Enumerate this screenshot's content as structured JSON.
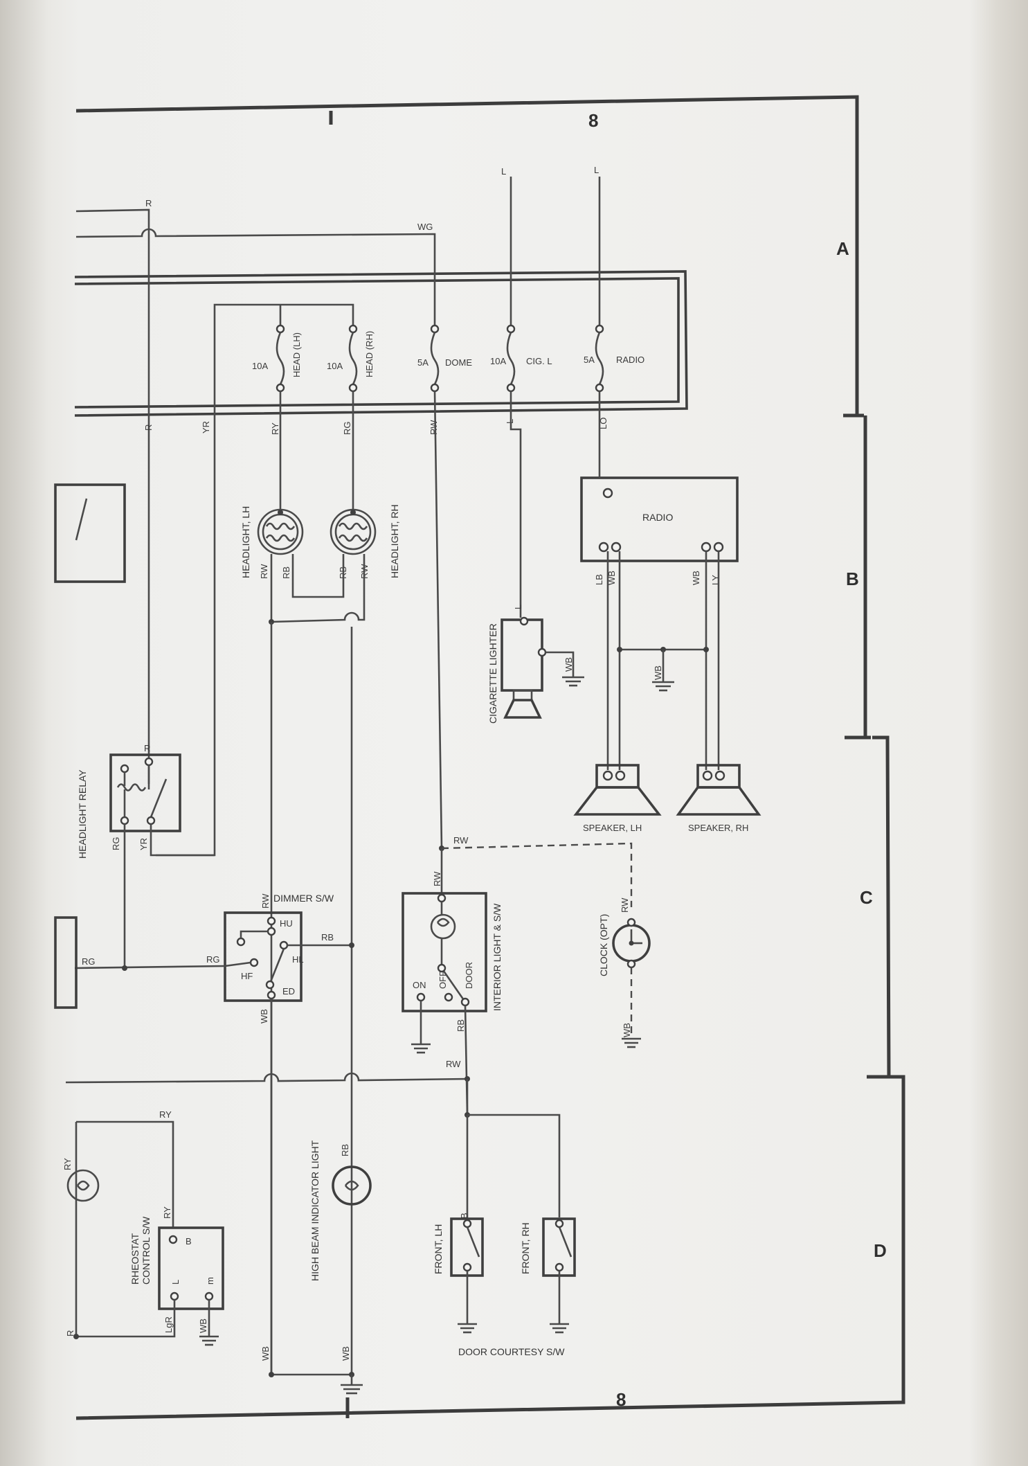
{
  "sheet": {
    "number_top": "8",
    "number_bottom": "8"
  },
  "zones": [
    "A",
    "B",
    "C",
    "D"
  ],
  "fuses": [
    {
      "rating": "10A",
      "name": "HEAD (LH)"
    },
    {
      "rating": "10A",
      "name": "HEAD (RH)"
    },
    {
      "rating": "5A",
      "name": "DOME"
    },
    {
      "rating": "10A",
      "name": "CIG. L"
    },
    {
      "rating": "5A",
      "name": "RADIO"
    }
  ],
  "components": {
    "headlight_lh": "HEADLIGHT, LH",
    "headlight_rh": "HEADLIGHT, RH",
    "radio": "RADIO",
    "cigarette_lighter": "CIGARETTE LIGHTER",
    "headlight_relay": "HEADLIGHT  RELAY",
    "speaker_lh": "SPEAKER, LH",
    "speaker_rh": "SPEAKER, RH",
    "dimmer_sw": "DIMMER S/W",
    "interior_light": "INTERIOR LIGHT & S/W",
    "clock": "CLOCK (OPT)",
    "high_beam": "HIGH BEAM INDICATOR LIGHT",
    "rheostat": "RHEOSTAT\nCONTROL S/W",
    "front_lh": "FRONT, LH",
    "front_rh": "FRONT, RH",
    "door_courtesy": "DOOR COURTESY S/W"
  },
  "terminals": {
    "dimmer": {
      "hu": "HU",
      "hl": "HL",
      "hf": "HF",
      "ed": "ED"
    },
    "interior": {
      "on": "ON",
      "off": "OFF",
      "door": "DOOR"
    },
    "rheostat": {
      "b": "B",
      "l": "L",
      "m": "m"
    },
    "front_lh_b": "B"
  },
  "wire_codes": {
    "r_top": "R",
    "wg": "WG",
    "l_cig": "L",
    "l_radio": "L",
    "r_v": "R",
    "yr_v": "YR",
    "ry_v": "RY",
    "rg_v": "RG",
    "rw_v": "RW",
    "l_v": "L",
    "lo_v": "LO",
    "hl_rw": "RW",
    "hl_rb": "RB",
    "hr_rb": "RB",
    "hr_rw": "RW",
    "radio_lb": "LB",
    "radio_wb1": "WB",
    "radio_wb2": "WB",
    "radio_ly": "LY",
    "wb_spk": "WB",
    "cig_l": "L",
    "cig_wb": "WB",
    "relay_r": "R",
    "relay_rg": "RG",
    "relay_yr": "YR",
    "rw_dash": "RW",
    "rw_int": "RW",
    "clock_rw": "RW",
    "clock_wb": "WB",
    "dim_rw": "RW",
    "dim_rb": "RB",
    "dim_rg_in": "RG",
    "rg_left": "RG",
    "dim_wb": "WB",
    "int_rb": "RB",
    "rw_bus": "RW",
    "ry_h": "RY",
    "ry_bulb": "RY",
    "rheo_ry": "RY",
    "hb_rb": "RB",
    "rheo_lgr": "LgR",
    "rheo_wb": "WB",
    "r_left": "R",
    "wb_bot1": "WB",
    "wb_bot2": "WB"
  }
}
